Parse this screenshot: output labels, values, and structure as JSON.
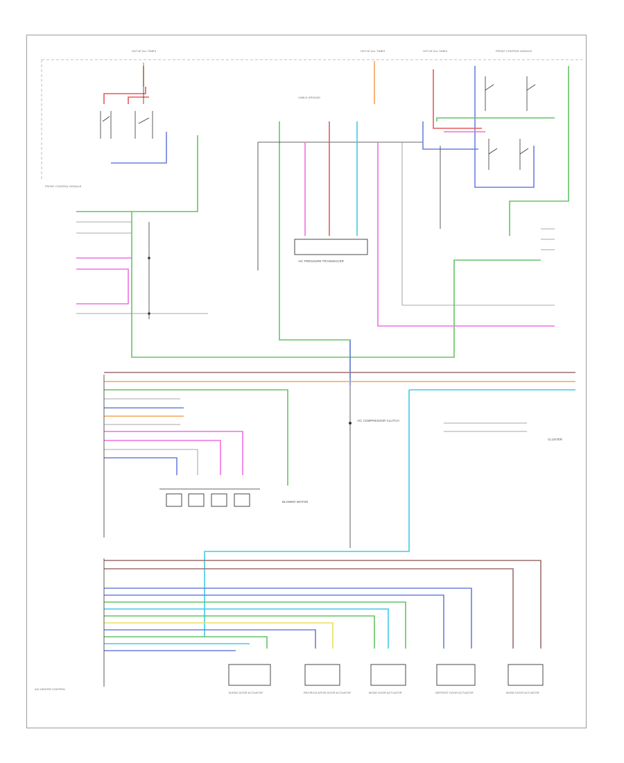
{
  "diagram": {
    "top_labels": {
      "hot_left": "HOT AT ALL TIMES",
      "hot_mid": "HOT AT ALL TIMES",
      "hot_right": "HOT AT ALL TIMES",
      "ground_center": "CABLE GROUND",
      "front_module": "FRONT CONTROL MODULE"
    },
    "components": {
      "module_left": "FRONT CONTROL MODULE",
      "ac_pressure": "A/C PRESSURE TRANSDUCER",
      "ac_heater_module": "A/C-HEATER CONTROL",
      "blower": "BLOWER MOTOR",
      "compressor": "A/C COMPRESSOR CLUTCH",
      "cluster": "CLUSTER",
      "door_actuators": [
        "BLEND DOOR ACTUATOR",
        "RECIRCULATION DOOR ACTUATOR",
        "MODE DOOR ACTUATOR",
        "DEFROST DOOR ACTUATOR",
        "MODE DOOR ACTUATOR"
      ]
    },
    "footer": "",
    "colors": {
      "orange": "#f3a35c",
      "red": "#e8585a",
      "green": "#62c463",
      "blue": "#6a7fe0",
      "pink": "#ee6fe4",
      "cyan": "#3fc9e6",
      "yellow": "#e6e05a",
      "brown": "#9b6e6e",
      "lightblue": "#7fb5f0"
    }
  }
}
